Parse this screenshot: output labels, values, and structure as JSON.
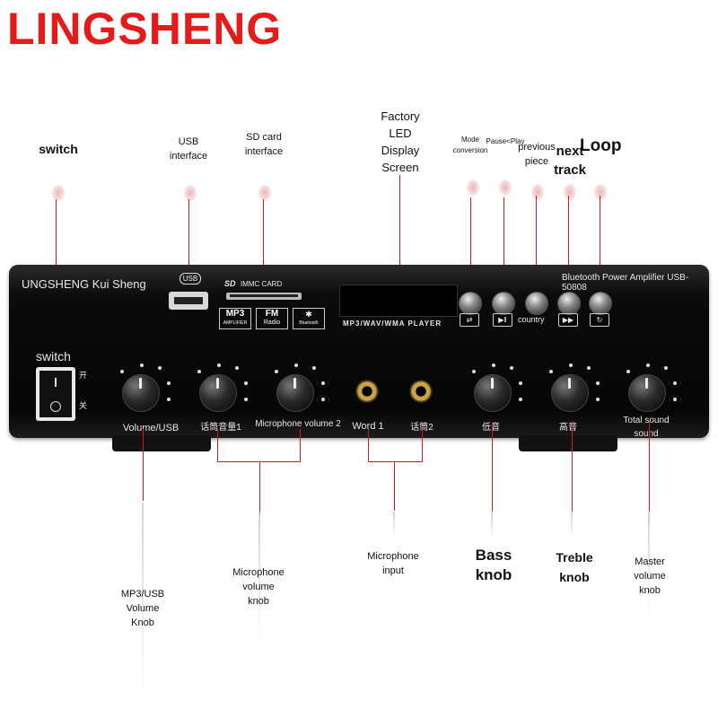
{
  "brand": "LINGSHENG",
  "labels": {
    "switch_top": "switch",
    "usb": "USB\ninterface",
    "sd": "SD card\ninterface",
    "led": "Factory\nLED\nDisplay\nScreen",
    "mode": "Mode\nconversion",
    "pause": "Pause<Play",
    "previous": "previous\npiece",
    "next": "next\ntrack",
    "loop": "Loop",
    "mp3_knob": "MP3/USB\nVolume\nKnob",
    "mic_knob": "Microphone\nvolume\nknob",
    "mic_input": "Microphone\ninput",
    "bass": "Bass\nknob",
    "treble": "Treble\nknob",
    "master": "Master\nvolume\nknob"
  },
  "device": {
    "maker": "UNGSHENG Kui Sheng",
    "model": "Bluetooth Power Amplifier USB-50808",
    "usb_tag": "USB",
    "sd_tag": "IMMC CARD",
    "sd_logo": "SD",
    "badge_mp3": "MP3",
    "badge_mp3_sub": "AMPLIFIER",
    "badge_fm": "FM",
    "badge_fm_sub": "Radio",
    "badge_bt": "Bluetooth",
    "player_text": "MP3/WAV/WMA PLAYER",
    "switch_label": "switch",
    "switch_on": "开",
    "switch_off": "关",
    "country": "country",
    "knob_labels": [
      "Volume/USB",
      "话筒音量1",
      "Microphone volume 2",
      "Word 1",
      "话筒2",
      "低音",
      "高音",
      "Total sound\nsound"
    ]
  },
  "colors": {
    "accent": "#e31b1b",
    "panel": "#0a0a0a",
    "jack": "#c9a24a"
  },
  "icons": [
    "mode-icon",
    "play-pause-icon",
    "next-icon",
    "loop-icon"
  ]
}
